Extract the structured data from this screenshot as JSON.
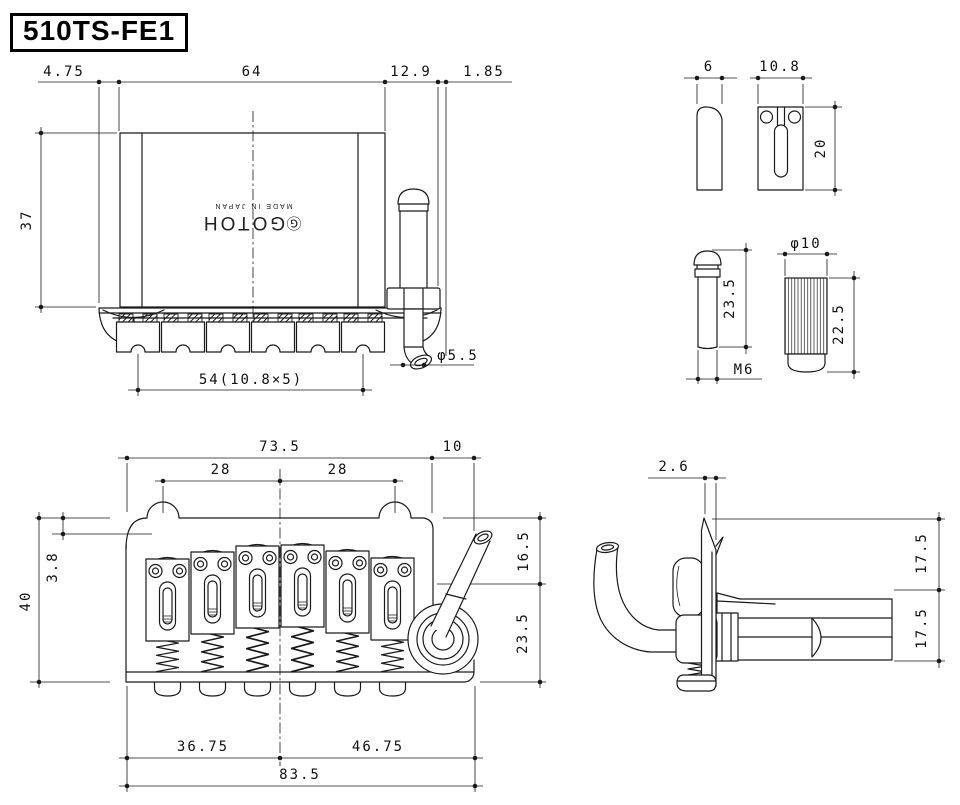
{
  "title": "510TS-FE1",
  "logo": {
    "mark": "Ⓖ",
    "name": "GOTOH",
    "origin": "MADE IN JAPAN"
  },
  "colors": {
    "ink": "#1a1a1a",
    "paper": "#ffffff"
  },
  "dims": {
    "top_view": {
      "flange_offset": "4.75",
      "plate_width": "64",
      "arm_offset": "12.9",
      "arm_edge_gap": "1.85",
      "plate_depth": "37",
      "string_spread": "54(10.8×5)",
      "arm_diameter": "φ5.5"
    },
    "saddle_detail": {
      "side_width": "6",
      "top_width": "10.8",
      "length": "20"
    },
    "stud": {
      "length": "23.5",
      "thread": "M6"
    },
    "thumbwheel": {
      "diameter": "φ10",
      "height": "22.5"
    },
    "side_view": {
      "pivot_to_arm": "73.5",
      "arm_overhang": "10",
      "spacing_front": "28",
      "spacing_rear": "28",
      "notch_depth": "3.8",
      "overall_height": "40",
      "arm_above": "16.5",
      "arm_below": "23.5",
      "pivot_to_center": "36.75",
      "center_to_end": "46.75",
      "overall_length": "83.5"
    },
    "end_view": {
      "plate_thickness": "2.6",
      "upper_height": "17.5",
      "lower_height": "17.5"
    }
  }
}
